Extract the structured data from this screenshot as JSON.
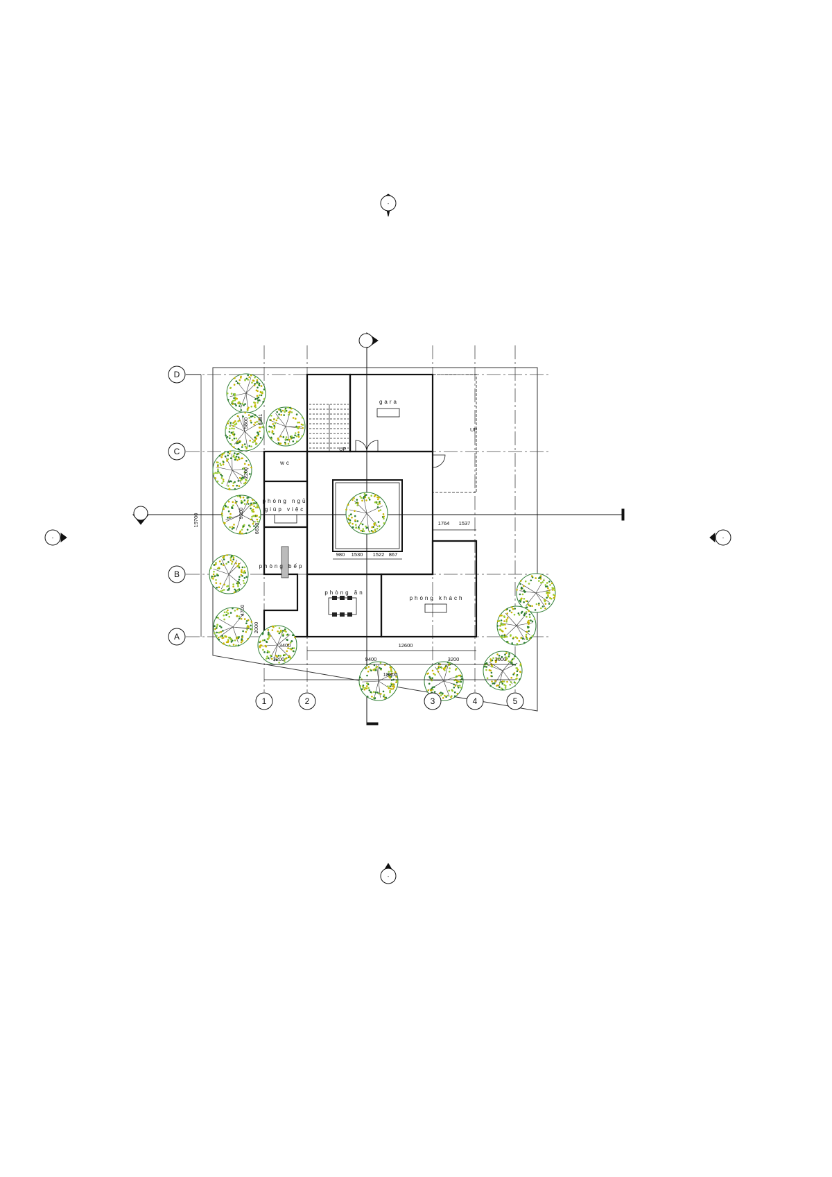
{
  "grid": {
    "columns": [
      "1",
      "2",
      "3",
      "4",
      "5"
    ],
    "rows": [
      "D",
      "C",
      "B",
      "A"
    ]
  },
  "rooms": {
    "gara": "gara",
    "wc": "wc",
    "bedroom_line1": "phòng ngủ",
    "bedroom_line2": "giúp việc",
    "kitchen": "phòng bếp",
    "dining": "phòng ăn",
    "living": "phòng khách",
    "stair_up": "UP",
    "ramp_up": "UP"
  },
  "dimensions": {
    "total_depth": "19700",
    "d_left_1": "5800",
    "d_left_2": "6381",
    "d_left_3": "2200",
    "d_left_4": "9200",
    "d_left_5": "6619",
    "d_left_6": "4700",
    "d_left_7": "2000",
    "bottom_3400": "3400",
    "bottom_3200a": "3200",
    "bottom_12600": "12600",
    "bottom_9400": "9400",
    "bottom_3200b": "3200",
    "bottom_3000": "3000",
    "bottom_18800": "18800",
    "right_1764": "1764",
    "right_1537": "1537",
    "court_980": "980",
    "court_1530": "1530",
    "court_1522": "1522",
    "court_867": "867"
  },
  "section_markers": {
    "top": "-",
    "bottom": "-",
    "left": "-",
    "right": "-"
  },
  "colors": {
    "line": "#111111",
    "tree_dark": "#2e7d32",
    "tree_light": "#9acd32",
    "tree_yellow": "#c8b400"
  }
}
